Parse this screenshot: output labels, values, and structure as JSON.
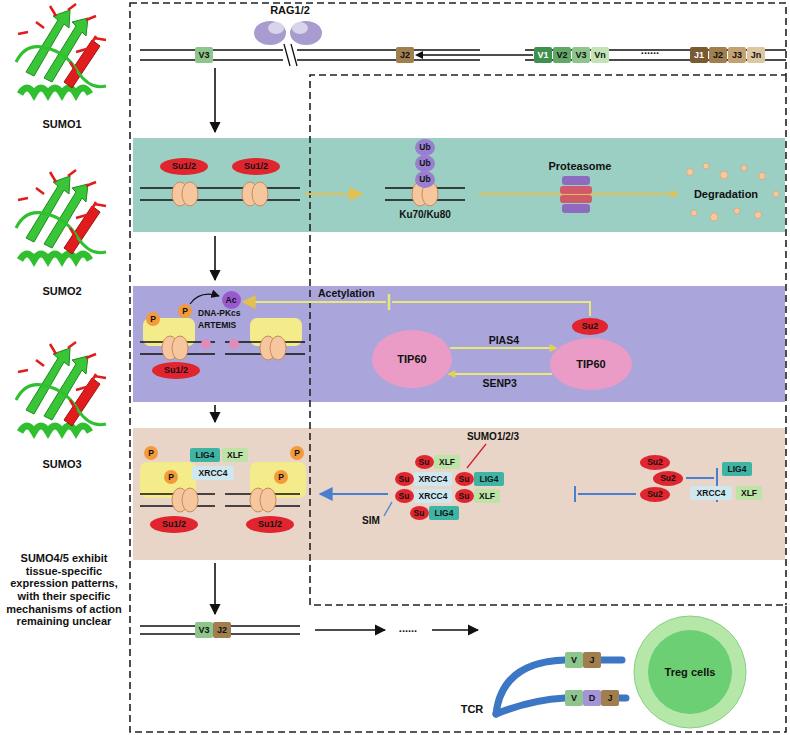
{
  "diagram": {
    "nodes": [
      {
        "text": [
          "V3"
        ]
      },
      {
        "text": [
          "J2"
        ]
      },
      {
        "text": [
          "V1"
        ]
      },
      {
        "text": [
          "V2"
        ]
      },
      {
        "text": [
          "V3"
        ]
      },
      {
        "text": [
          "Vn"
        ]
      },
      {
        "text": [
          "J1"
        ]
      },
      {
        "text": [
          "J2"
        ]
      },
      {
        "text": [
          "J3"
        ]
      },
      {
        "text": [
          "Jn"
        ]
      },
      {
        "text": [
          "Su1/2"
        ]
      },
      {
        "text": [
          "Su1/2"
        ]
      },
      {
        "text": [
          "Ub"
        ]
      },
      {
        "text": [
          "Ub"
        ]
      },
      {
        "text": [
          "Ub"
        ]
      },
      {
        "text": [
          "Ku70/Ku80"
        ]
      },
      {
        "text": [
          "Degradation"
        ]
      },
      {
        "text": [
          "P"
        ]
      },
      {
        "text": [
          "P"
        ]
      },
      {
        "text": [
          "Ac"
        ]
      },
      {
        "text": [
          "Su1/2"
        ]
      },
      {
        "text": [
          "TIP60"
        ]
      },
      {
        "text": [
          "Su2"
        ]
      },
      {
        "text": [
          "TIP60"
        ]
      },
      {
        "text": [
          "P"
        ]
      },
      {
        "text": [
          "P"
        ]
      },
      {
        "text": [
          "P"
        ]
      },
      {
        "text": [
          "P"
        ]
      },
      {
        "text": [
          "LIG4"
        ]
      },
      {
        "text": [
          "XLF"
        ]
      },
      {
        "text": [
          "XRCC4"
        ]
      },
      {
        "text": [
          "Su1/2"
        ]
      },
      {
        "text": [
          "Su1/2"
        ]
      },
      {
        "text": [
          "Su"
        ]
      },
      {
        "text": [
          "XLF"
        ]
      },
      {
        "text": [
          "Su"
        ]
      },
      {
        "text": [
          "XRCC4"
        ]
      },
      {
        "text": [
          "Su"
        ]
      },
      {
        "text": [
          "LIG4"
        ]
      },
      {
        "text": [
          "Su"
        ]
      },
      {
        "text": [
          "XRCC4"
        ]
      },
      {
        "text": [
          "Su"
        ]
      },
      {
        "text": [
          "XLF"
        ]
      },
      {
        "text": [
          "Su"
        ]
      },
      {
        "text": [
          "LIG4"
        ]
      },
      {
        "text": [
          "Su2"
        ]
      },
      {
        "text": [
          "Su2"
        ]
      },
      {
        "text": [
          "Su2"
        ]
      },
      {
        "text": [
          "LIG4"
        ]
      },
      {
        "text": [
          "XRCC4"
        ]
      },
      {
        "text": [
          "XLF"
        ]
      },
      {
        "text": [
          "V3"
        ]
      },
      {
        "text": [
          "J2"
        ]
      },
      {
        "text": [
          "V"
        ]
      },
      {
        "text": [
          "J"
        ]
      },
      {
        "text": [
          "V"
        ]
      },
      {
        "text": [
          "D"
        ]
      },
      {
        "text": [
          "J"
        ]
      },
      {
        "text": [
          "Treg cells"
        ]
      }
    ],
    "edges": [
      {
        "from": 2,
        "to": 1,
        "arrow": "to"
      },
      {
        "from": 15,
        "to": 16,
        "arrow": "to"
      },
      {
        "from": 21,
        "to": 23,
        "label": "PIAS4",
        "arrow": "to"
      },
      {
        "from": 23,
        "to": 21,
        "label": "SENP3",
        "arrow": "to"
      }
    ],
    "labels": [
      "SUMO1",
      "SUMO2",
      "SUMO3",
      "SUMO4/5 exhibit tissue-specific expression patterns, with their specific mechanisms of action remaining unclear",
      "RAG1/2",
      "......",
      "Proteasome",
      "Acetylation",
      "DNA-PKcs",
      "ARTEMIS",
      "SUMO1/2/3",
      "SIM",
      "......",
      "TCR"
    ]
  }
}
